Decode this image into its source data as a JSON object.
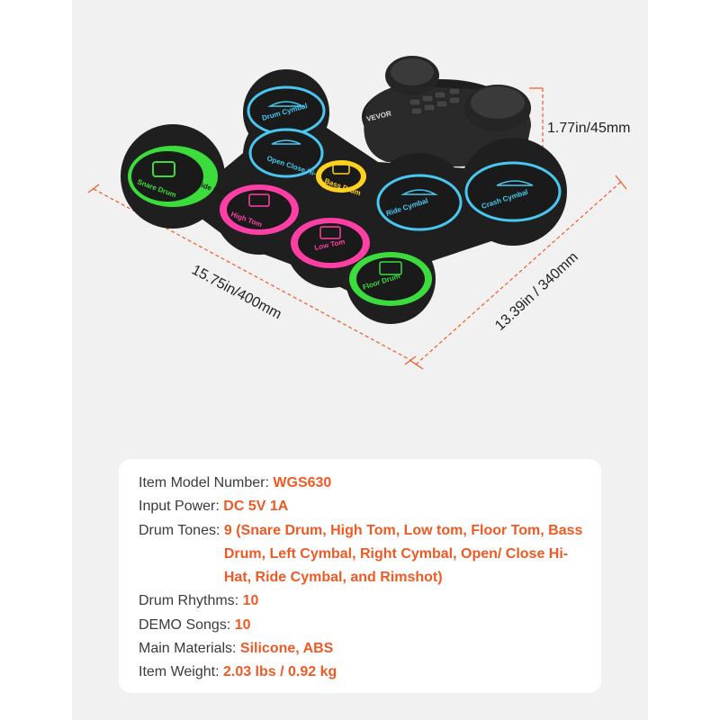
{
  "dimensions": {
    "height": "1.77in/45mm",
    "width": "15.75in/400mm",
    "depth": "13.39in / 340mm"
  },
  "brand": "VEVOR",
  "pads": {
    "left_cymbal": "Drum Cymbal",
    "hihat": "Open Close Hi-hat",
    "snare": "Snare Drum",
    "side_stick": "Side Stick",
    "bass": "Bass Drum",
    "high_tom": "High Tom",
    "ride": "Ride Cymbal",
    "crash": "Crash Cymbal",
    "low_tom": "Low Tom",
    "floor": "Floor Drum"
  },
  "colors": {
    "accent": "#ef5a24",
    "pad_green": "#3ddc3d",
    "pad_pink": "#ff3fa6",
    "pad_blue": "#48c8f0",
    "pad_yellow": "#ffd21f"
  },
  "specs": [
    {
      "key": "Item Model Number",
      "value": "WGS630"
    },
    {
      "key": "Input Power",
      "value": "DC 5V 1A"
    },
    {
      "key": "Drum Tones",
      "value": "9 (Snare Drum, High Tom, Low tom, Floor Tom, Bass Drum, Left Cymbal, Right Cymbal, Open/ Close Hi-Hat, Ride Cymbal, and Rimshot)"
    },
    {
      "key": "Drum Rhythms",
      "value": "10"
    },
    {
      "key": "DEMO Songs",
      "value": "10"
    },
    {
      "key": "Main Materials",
      "value": "Silicone, ABS"
    },
    {
      "key": "Item Weight",
      "value": "2.03 lbs / 0.92 kg"
    }
  ]
}
